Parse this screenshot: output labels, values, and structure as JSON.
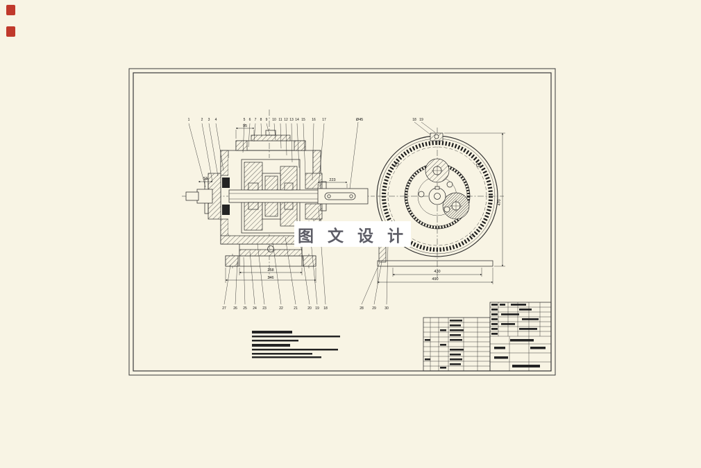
{
  "watermark": {
    "text": "图 文 设 计"
  },
  "callouts": {
    "left_top": [
      "1",
      "2",
      "3",
      "4",
      "5",
      "6",
      "7",
      "8",
      "9",
      "10",
      "11",
      "12",
      "13",
      "14",
      "15",
      "16",
      "17"
    ],
    "left_bottom": [
      "27",
      "26",
      "25",
      "24",
      "23",
      "22",
      "21",
      "20",
      "19",
      "18"
    ],
    "mid_bottom": [
      "28",
      "29",
      "30"
    ],
    "right_top": [
      "18",
      "19"
    ]
  },
  "dims": {
    "left_inner": "258",
    "left_overall": "346",
    "left_top": "95",
    "shaft_len": "223",
    "shaft_dia": "Ø45",
    "cap_width": "53",
    "right_inner": "430",
    "right_overall": "490",
    "right_height": "470"
  },
  "colors": {
    "paper": "#f8f4e4",
    "ink": "#2b2b2b",
    "stamp": "#c0392b",
    "watermark_text": "#5c5c66"
  }
}
